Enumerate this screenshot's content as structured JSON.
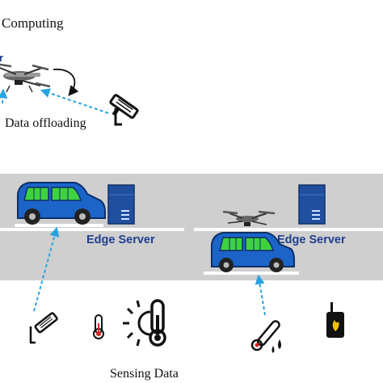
{
  "labels": {
    "top_title": "Computing",
    "drone_partial": "r",
    "data_offloading": "Data offloading",
    "edge_server_left": "Edge Server",
    "edge_server_right": "Edge Server",
    "sensing_data": "Sensing Data"
  },
  "colors": {
    "road": "#cfcfcf",
    "lane_line": "#ffffff",
    "car_body": "#1c64c8",
    "car_window": "#3fd23f",
    "server": "#1f4f9e",
    "arrow": "#29a3e0",
    "label_blue": "#1f3f8f",
    "icon": "#111111"
  },
  "icons": [
    "drone-icon",
    "cctv-camera-icon",
    "car-icon",
    "server-icon",
    "thermometer-icon",
    "sun-thermometer-icon",
    "rain-gauge-icon",
    "flame-detector-icon"
  ]
}
